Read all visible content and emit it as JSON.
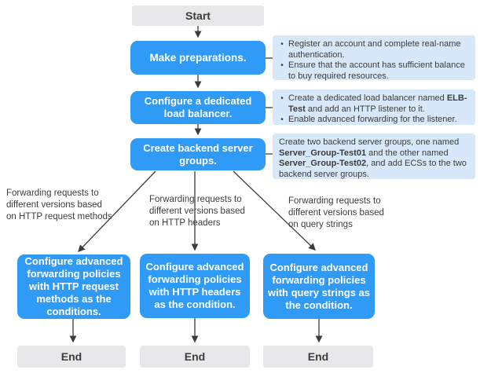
{
  "colors": {
    "node-blue": "#2F9BF7",
    "node-gray": "#E8E8EA",
    "note-bg": "#D6E8F9",
    "text-dark": "#3C3C3C",
    "line": "#3C3C3C"
  },
  "nodes": {
    "start": {
      "label": "Start"
    },
    "make_preparations": {
      "label": "Make preparations."
    },
    "configure_lb": {
      "label": "Configure a dedicated load balancer."
    },
    "create_groups": {
      "label": "Create backend server groups."
    },
    "policy_methods": {
      "label": "Configure advanced forwarding policies with HTTP request methods as the conditions."
    },
    "policy_headers": {
      "label": "Configure advanced forwarding policies with HTTP headers as the condition."
    },
    "policy_query": {
      "label": "Configure advanced forwarding policies with query strings as the condition."
    },
    "end1": {
      "label": "End"
    },
    "end2": {
      "label": "End"
    },
    "end3": {
      "label": "End"
    }
  },
  "notes": {
    "preparations": {
      "bullet": "•",
      "item1": "Register an account and complete real-name authentication.",
      "item2": "Ensure that the account has sufficient balance to buy required resources."
    },
    "load_balancer": {
      "bullet": "•",
      "item1_pre": "Create a dedicated load balancer named ",
      "item1_bold": "ELB-Test",
      "item1_post": " and add an HTTP listener to it.",
      "item2": "Enable advanced forwarding for the listener."
    },
    "server_groups": {
      "seg1": "Create two backend server groups, one named ",
      "bold1": "Server_Group-Test01",
      "seg2": " and the other named ",
      "bold2": "Server_Group-Test02",
      "seg3": ", and add ECSs to the two backend server groups."
    }
  },
  "branch_labels": {
    "methods": {
      "line1": "Forwarding requests to",
      "line2": "different versions based",
      "line3": "on HTTP request methods"
    },
    "headers": {
      "line1": "Forwarding requests to",
      "line2": "different versions based",
      "line3": "on HTTP headers"
    },
    "query": {
      "line1": "Forwarding requests to",
      "line2": "different versions based",
      "line3": "on query strings"
    }
  }
}
